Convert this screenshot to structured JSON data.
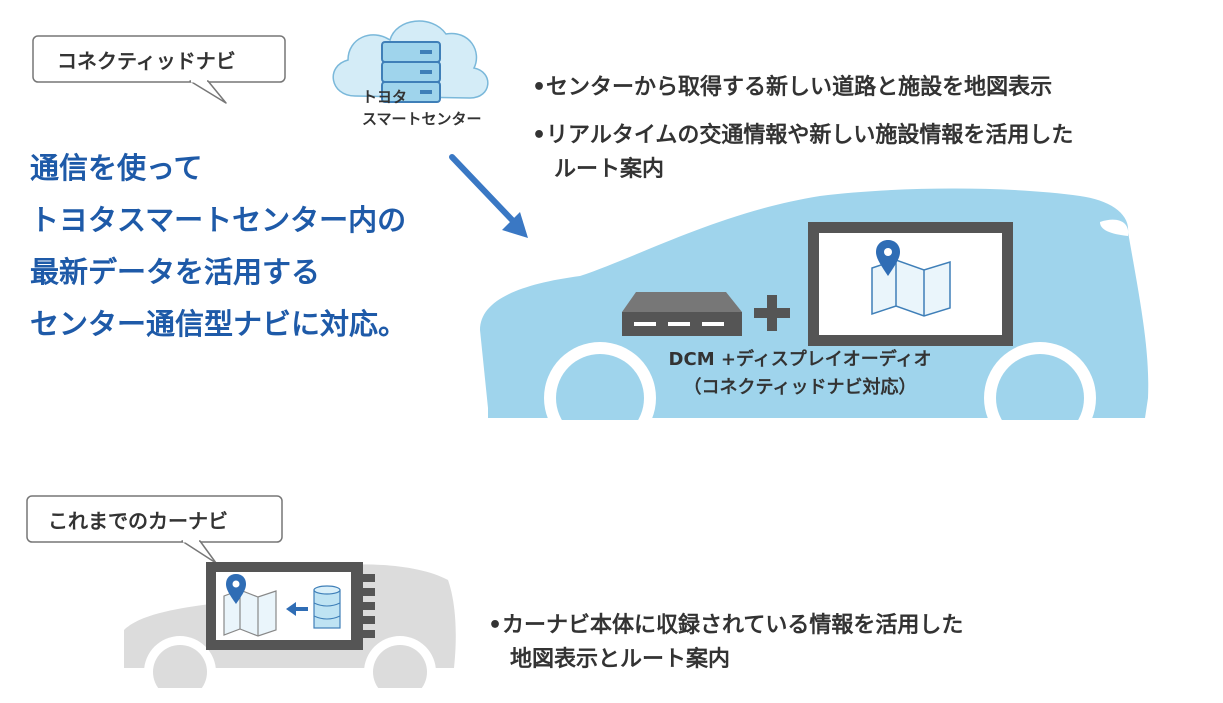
{
  "connected_navi": {
    "bubble_label": "コネクティッドナビ",
    "center_label_line1": "トヨタ",
    "center_label_line2": "スマートセンター",
    "headline": [
      "通信を使って",
      "トヨタスマートセンター内の",
      "最新データを活用する",
      "センター通信型ナビに対応。"
    ],
    "bullets": [
      "•センターから取得する新しい道路と施設を地図表示",
      "•リアルタイムの交通情報や新しい施設情報を活用した",
      "　ルート案内"
    ],
    "device_label_line1": "DCM +ディスプレイオーディオ",
    "device_label_line2": "（コネクティッドナビ対応）"
  },
  "legacy_navi": {
    "bubble_label": "これまでのカーナビ",
    "bullets": [
      "•カーナビ本体に収録されている情報を活用した",
      "　地図表示とルート案内"
    ]
  },
  "colors": {
    "accent_blue": "#1e5aa8",
    "car_blue": "#9fd4ec",
    "car_gray": "#dcdcdc",
    "device_dark": "#555555"
  },
  "icons": [
    "cloud-server-icon",
    "arrow-down-right-icon",
    "dcm-device-icon",
    "plus-icon",
    "map-pin-icon",
    "database-icon",
    "arrow-left-icon"
  ]
}
